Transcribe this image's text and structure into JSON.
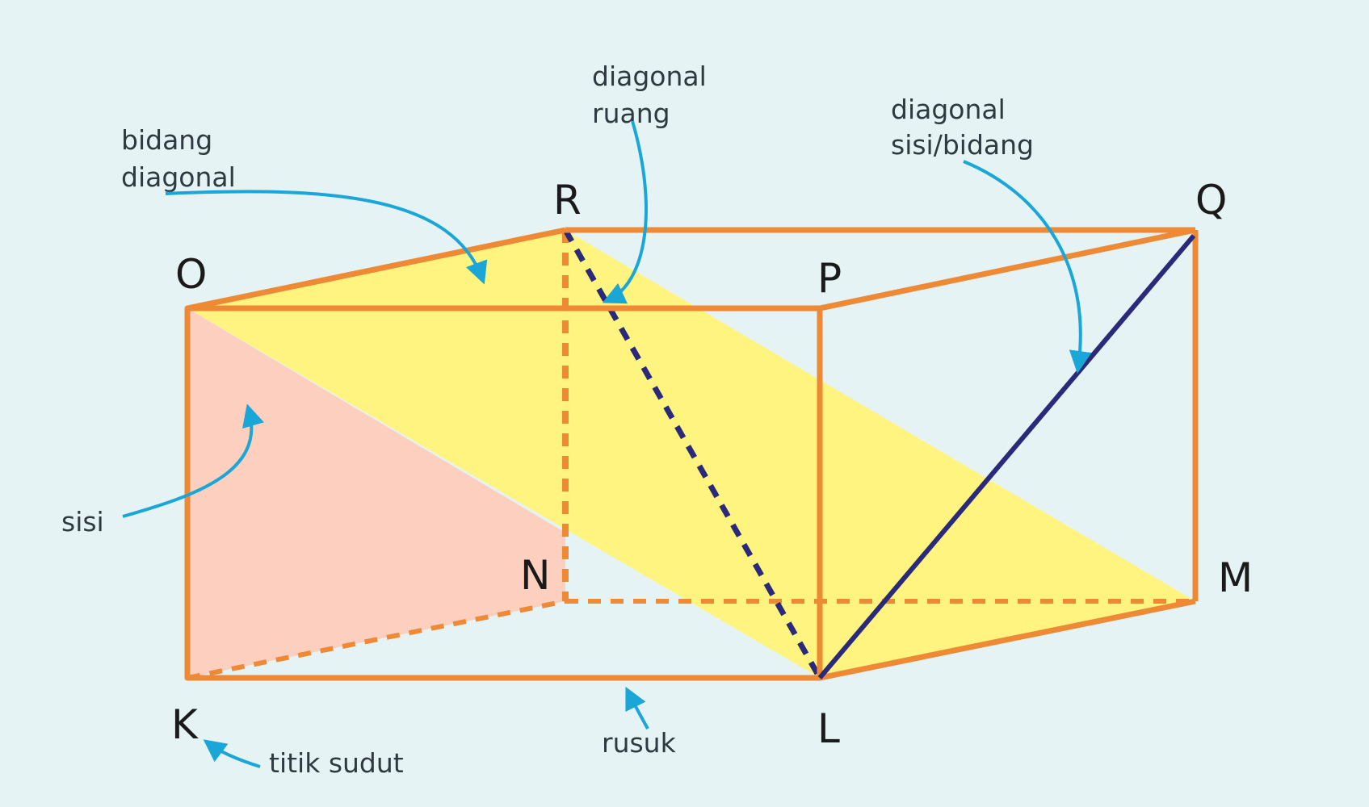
{
  "vertices": {
    "K": "K",
    "L": "L",
    "M": "M",
    "N": "N",
    "O": "O",
    "P": "P",
    "Q": "Q",
    "R": "R"
  },
  "annotations": {
    "bidang_diagonal": [
      "bidang",
      "diagonal"
    ],
    "diagonal_ruang": [
      "diagonal",
      "ruang"
    ],
    "diagonal_sisi": [
      "diagonal",
      "sisi/bidang"
    ],
    "sisi": "sisi",
    "titik_sudut": "titik sudut",
    "rusuk": "rusuk"
  },
  "colors": {
    "background": "#e6f3f4",
    "edge": "#ee8a35",
    "diagonal_plane": "#fff47f",
    "face": "#fdcfbf",
    "diagonal_line": "#2b2a7a",
    "arrow": "#1aa6d6"
  }
}
